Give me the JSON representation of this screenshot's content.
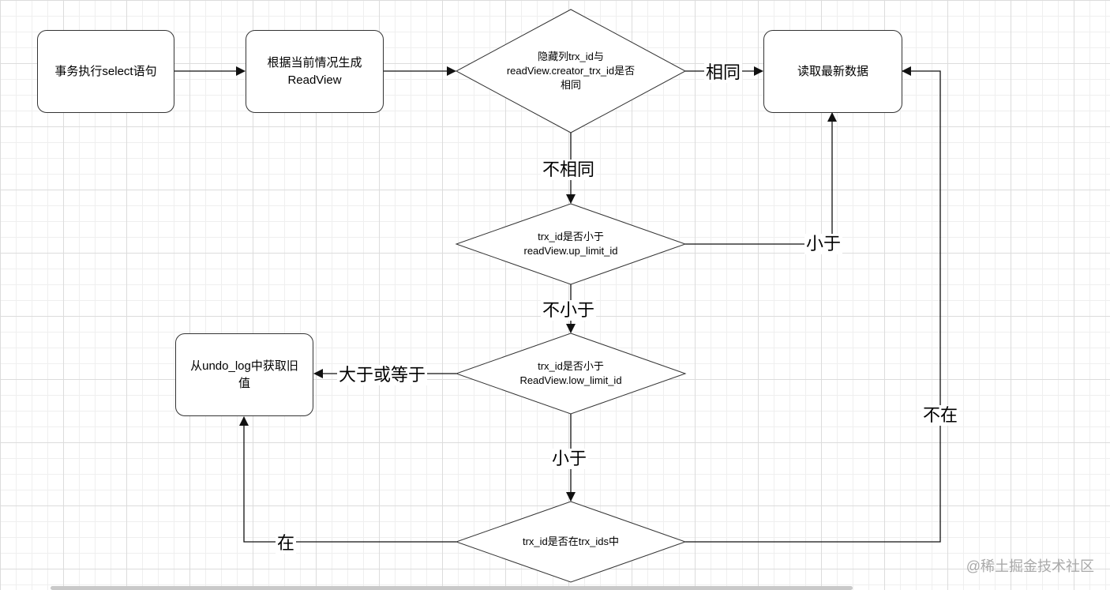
{
  "nodes": {
    "start": "事务执行select语句",
    "generate": "根据当前情况生成\nReadView",
    "check_creator": "隐藏列trx_id与\nreadView.creator_trx_id是否\n相同",
    "read_latest": "读取最新数据",
    "check_up_limit": "trx_id是否小于\nreadView.up_limit_id",
    "undo_log": "从undo_log中获取旧\n值",
    "check_low_limit": "trx_id是否小于\nReadView.low_limit_id",
    "check_in_ids": "trx_id是否在trx_ids中"
  },
  "edge_labels": {
    "same": "相同",
    "not_same": "不相同",
    "less_1": "小于",
    "not_less": "不小于",
    "greater_equal": "大于或等于",
    "less_2": "小于",
    "not_in": "不在",
    "in": "在"
  },
  "watermark": "@稀土掘金技术社区",
  "colors": {
    "stroke": "#333333",
    "node_fill": "#ffffff",
    "watermark": "#a9a9a9"
  }
}
